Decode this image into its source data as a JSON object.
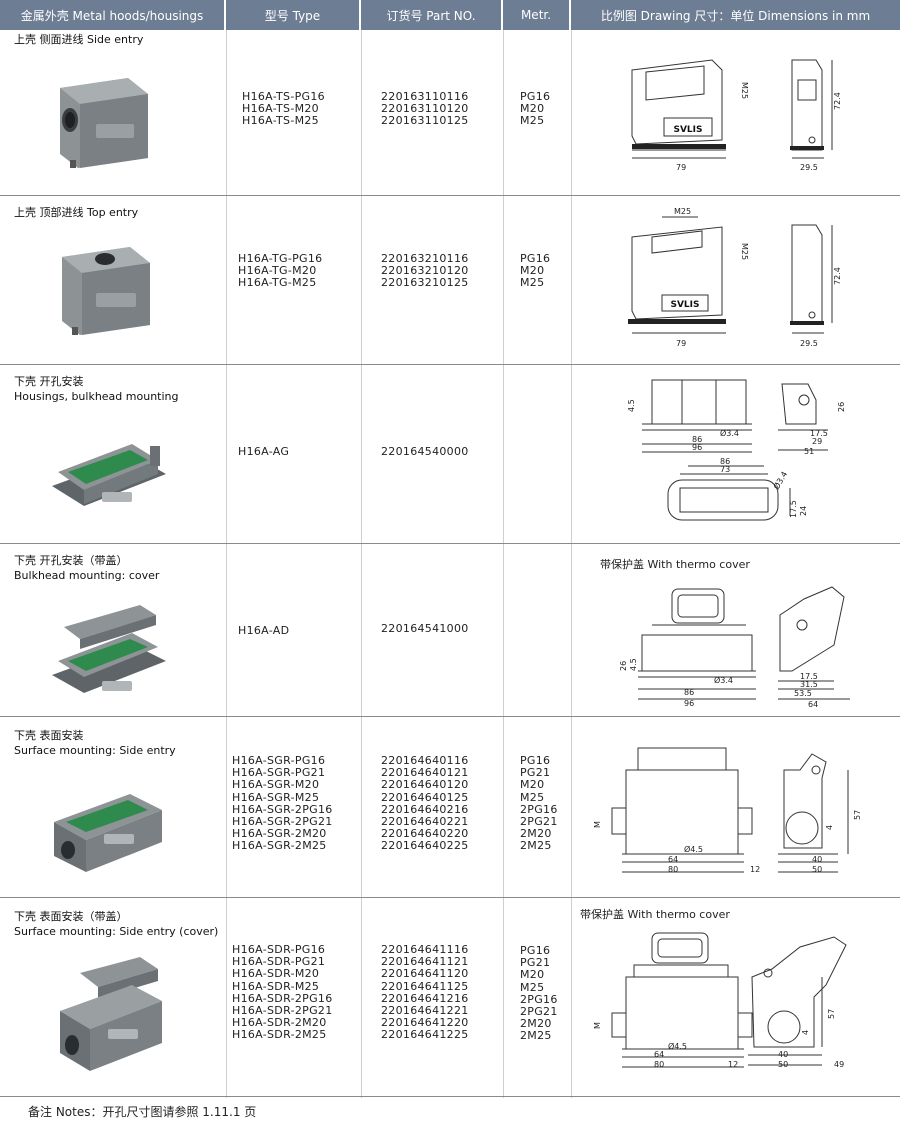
{
  "header": {
    "col_housing": "金属外壳 Metal hoods/housings",
    "col_type": "型号 Type",
    "col_part": "订货号 Part NO.",
    "col_metr": "Metr.",
    "col_drawing": "比例图 Drawing   尺寸：单位 Dimensions in mm"
  },
  "rows": [
    {
      "cat_cn": "上壳  侧面进线 Side entry",
      "cat_en": "",
      "types": [
        "H16A-TS-PG16",
        "H16A-TS-M20",
        "H16A-TS-M25"
      ],
      "parts": [
        "220163110116",
        "220163110120",
        "220163110125"
      ],
      "metr": [
        "PG16",
        "M20",
        "M25"
      ],
      "dims": {
        "thread": "M25",
        "height": "72.4",
        "width": "79",
        "depth": "29.5",
        "brand": "SVLIS"
      }
    },
    {
      "cat_cn": "上壳  顶部进线 Top entry",
      "cat_en": "",
      "types": [
        "H16A-TG-PG16",
        "H16A-TG-M20",
        "H16A-TG-M25"
      ],
      "parts": [
        "220163210116",
        "220163210120",
        "220163210125"
      ],
      "metr": [
        "PG16",
        "M20",
        "M25"
      ],
      "dims": {
        "thread_top": "M25",
        "thread": "M25",
        "height": "72.4",
        "width": "79",
        "depth": "29.5",
        "brand": "SVLIS"
      }
    },
    {
      "cat_cn": "下壳  开孔安装",
      "cat_en": "Housings, bulkhead mounting",
      "types": [
        "H16A-AG"
      ],
      "parts": [
        "220164540000"
      ],
      "metr": [],
      "dims": {
        "h1": "4.5",
        "h2": "26",
        "hole": "Ø3.4",
        "w1": "86",
        "w2": "96",
        "s1": "17.5",
        "s2": "29",
        "s3": "51",
        "t1": "86",
        "t2": "73",
        "t3": "Ø3.4",
        "t4": "17.5",
        "t5": "24"
      }
    },
    {
      "cat_cn": "下壳  开孔安装（带盖）",
      "cat_en": "Bulkhead mounting: cover",
      "types": [
        "H16A-AD"
      ],
      "parts": [
        "220164541000"
      ],
      "metr": [],
      "thermo": "带保护盖 With thermo cover",
      "dims": {
        "h1": "26",
        "h2": "4.5",
        "hole": "Ø3.4",
        "w1": "86",
        "w2": "96",
        "s1": "17.5",
        "s2": "31.5",
        "s3": "53.5",
        "s4": "64"
      }
    },
    {
      "cat_cn": "下壳  表面安装",
      "cat_en": "Surface mounting: Side entry",
      "types": [
        "H16A-SGR-PG16",
        "H16A-SGR-PG21",
        "H16A-SGR-M20",
        "H16A-SGR-M25",
        "H16A-SGR-2PG16",
        "H16A-SGR-2PG21",
        "H16A-SGR-2M20",
        "H16A-SGR-2M25"
      ],
      "parts": [
        "220164640116",
        "220164640121",
        "220164640120",
        "220164640125",
        "220164640216",
        "220164640221",
        "220164640220",
        "220164640225"
      ],
      "metr": [
        "PG16",
        "PG21",
        "M20",
        "M25",
        "2PG16",
        "2PG21",
        "2M20",
        "2M25"
      ],
      "dims": {
        "m": "M",
        "hole": "Ø4.5",
        "w1": "64",
        "w2": "80",
        "s0": "12",
        "s1": "40",
        "s2": "50",
        "h1": "4",
        "h2": "57"
      }
    },
    {
      "cat_cn": "下壳  表面安装（带盖）",
      "cat_en": "Surface mounting: Side entry (cover)",
      "types": [
        "H16A-SDR-PG16",
        "H16A-SDR-PG21",
        "H16A-SDR-M20",
        "H16A-SDR-M25",
        "H16A-SDR-2PG16",
        "H16A-SDR-2PG21",
        "H16A-SDR-2M20",
        "H16A-SDR-2M25"
      ],
      "parts": [
        "220164641116",
        "220164641121",
        "220164641120",
        "220164641125",
        "220164641216",
        "220164641221",
        "220164641220",
        "220164641225"
      ],
      "metr": [
        "PG16",
        "PG21",
        "M20",
        "M25",
        "2PG16",
        "2PG21",
        "2M20",
        "2M25"
      ],
      "thermo": "带保护盖 With thermo cover",
      "dims": {
        "m": "M",
        "hole": "Ø4.5",
        "w1": "64",
        "w2": "80",
        "s0": "12",
        "s1": "40",
        "s2": "50",
        "s3": "49",
        "h1": "4",
        "h2": "57"
      }
    }
  ],
  "footer": "备注 Notes：开孔尺寸图请参照 1.11.1 页",
  "colors": {
    "header_bg": "#6d7d93",
    "rule": "#8a8a8a",
    "metal": "#8e9496",
    "green": "#2f8a4e"
  }
}
